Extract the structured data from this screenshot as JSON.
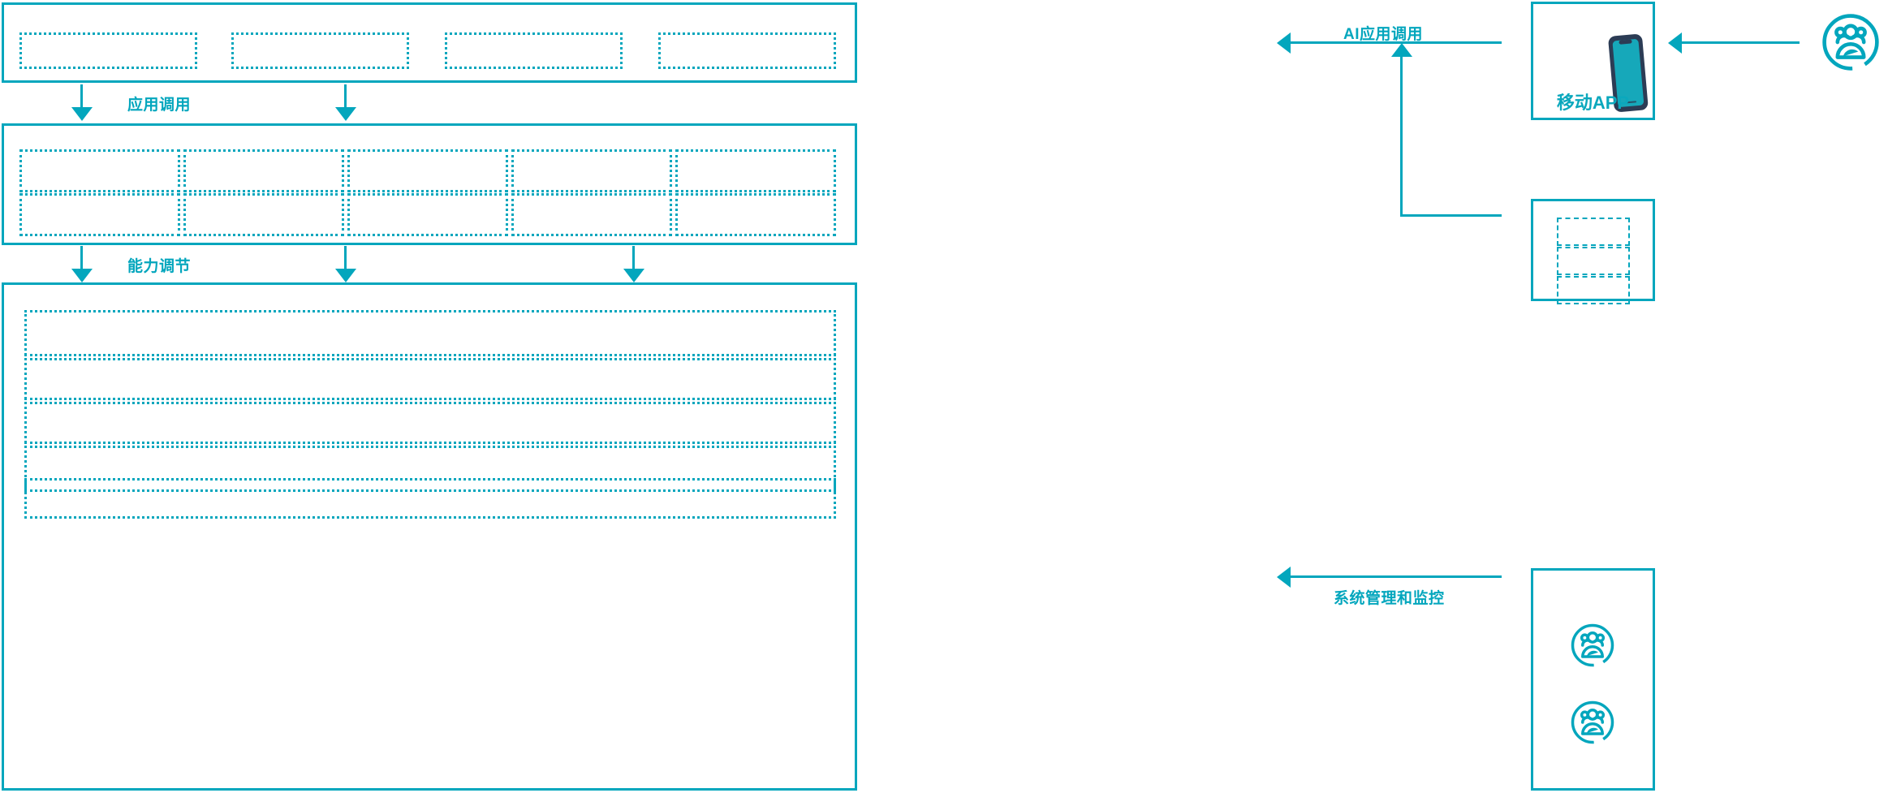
{
  "theme": {
    "accent": "#03a6bd",
    "accent_text": "#0ba8bd",
    "phone_frame": "#2c3c55",
    "phone_screen": "#16a8ba",
    "background": "#ffffff"
  },
  "flow_labels": {
    "app_call": "应用调用",
    "capability_adjust": "能力调节",
    "ai_app_call": "AI应用调用",
    "system_admin_monitor": "系统管理和监控"
  },
  "layers": {
    "application_layer": {
      "name": "application-layer",
      "slots": [
        "",
        "",
        "",
        ""
      ]
    },
    "capability_layer": {
      "name": "capability-layer",
      "columns": 5,
      "rows": 2,
      "slots": [
        "",
        "",
        "",
        "",
        "",
        "",
        "",
        "",
        "",
        ""
      ]
    },
    "infrastructure_layer": {
      "name": "infrastructure-layer",
      "rows": [
        "",
        "",
        "",
        "",
        ""
      ]
    }
  },
  "right_panels": {
    "mobile_app": {
      "caption": "移动APP",
      "icon": "smartphone-icon"
    },
    "channel_panel": {
      "name": "channel-panel",
      "slots": [
        "",
        "",
        ""
      ]
    },
    "admin_panel": {
      "name": "admin-panel",
      "icons": [
        "user-group-icon",
        "user-group-icon"
      ]
    },
    "end_user": {
      "icon": "user-group-icon"
    }
  }
}
